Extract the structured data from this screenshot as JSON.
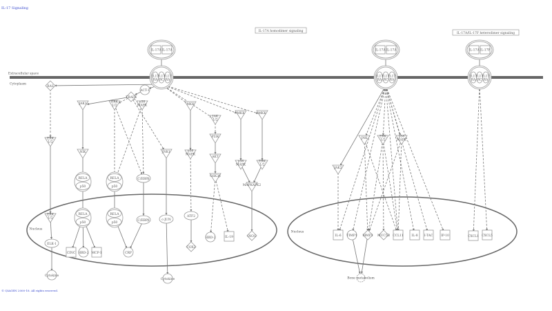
{
  "title": "IL-17 Signaling",
  "copyright": "© QIAGEN 2000-18. All rights reserved.",
  "legend_boxes": [
    "IL-17A homodimer signaling",
    "IL-17A/IL-17F heterodimer signaling"
  ],
  "compartments": {
    "extracellular": "Extracellular space",
    "cytoplasm": "Cytoplasm",
    "nucleus_left": "Nucleus",
    "nucleus_right": "Nucleus"
  },
  "receptors": [
    {
      "ligands": [
        "IL-17A",
        "IL-17A"
      ],
      "subunits": [
        "IL17 RA",
        "IL17 RC",
        "IL17 RA"
      ]
    },
    {
      "ligands": [
        "IL-17A",
        "IL-17A"
      ],
      "subunits": [
        "IL17 RA",
        "IL17 RC",
        "IL17 RA"
      ]
    },
    {
      "ligands": [
        "IL-17A",
        "IL-17F"
      ],
      "subunits": [
        "IL17 RA",
        "IL17 RC",
        "IL17 RA"
      ]
    }
  ],
  "nodes": {
    "ras": "RAS",
    "erk_a": "ERK 1/2",
    "erk_a_n": "ERK 1/2",
    "elk1": "ELK-1",
    "cyto_a": "Cytokine",
    "act1": "ACT-1",
    "traf6": "TRAF6",
    "jak1": "JAK1",
    "nik": "NIK",
    "rela1": "RELA p50",
    "rela1_n": "RELA p50",
    "cinc": "CINC",
    "hbd2a": "HBD-2",
    "mcp1": "MCP-1",
    "erk_b": "ERK 1/2",
    "rela2": "RELA p50",
    "rela2_n": "RELA p50",
    "crp": "CRP",
    "p38_b": "p38 MAPK",
    "cebp": "C/EBPβ",
    "cebp_n": "C/EBPβ",
    "jnk1": "JNK1",
    "cjun": "c-JUN",
    "cyto_b": "Cytokine",
    "mkk_a": "MKK",
    "p38_c": "p38 MAPK",
    "atf2": "ATF2",
    "cox2": "COX2",
    "jak12": "JAK 1/2",
    "pi3k": "PI3K",
    "akt": "AKT",
    "gsk3b": "GSK3β",
    "hbd2b": "HBD-2",
    "il19": "IL-19",
    "mkk_b": "MKK",
    "p38_d": "p38 MAPK",
    "mkk_c": "MKK",
    "erk_c": "ERK 1/2",
    "mapkapk2": "MAPKAPK2",
    "inos": "iNOS",
    "jnk_r": "JNK",
    "erk_r": "ERK 1/2",
    "p38_r": "p38 MAPK",
    "jak2": "JAK2",
    "il6": "IL-6",
    "timp1": "TIMP1",
    "mmp3": "MMP3",
    "muc5b": "MUC5B",
    "ccl11": "CCL11",
    "il8": "IL-8",
    "itac": "I-TAC",
    "ip10": "IP-10",
    "cxcl1": "CXCL1",
    "cxcl5": "CXCL5",
    "bone": "Bone metabolism"
  }
}
